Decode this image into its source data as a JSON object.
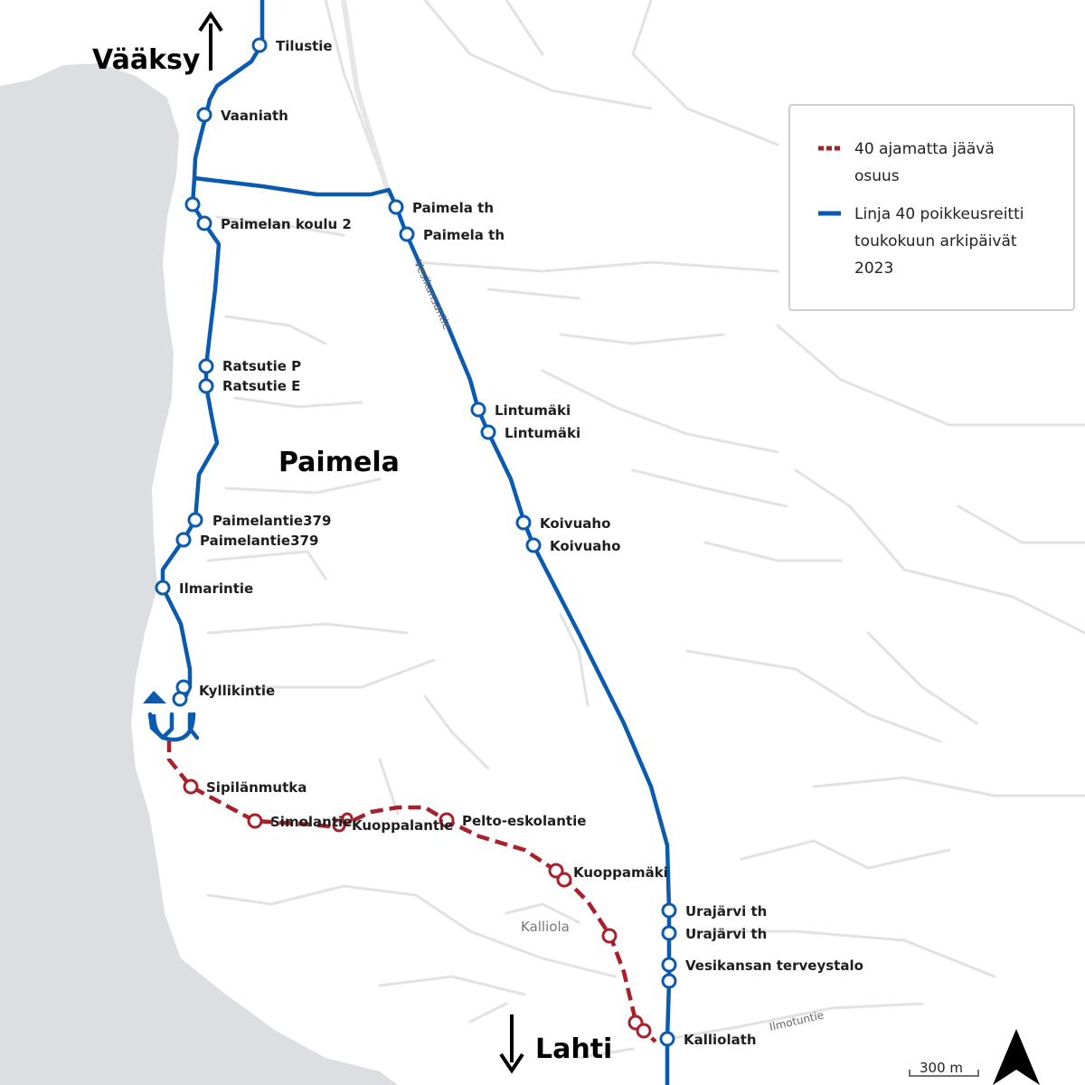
{
  "places": {
    "north_destination": "Vääksy",
    "south_destination": "Lahti",
    "area": "Paimela",
    "neighbourhood": "Kalliola"
  },
  "roads": {
    "main_road": "Vesikansantie",
    "side_road": "Ilmotuntie"
  },
  "legend": {
    "skipped_line1": "40 ajamatta jäävä",
    "skipped_line2": "osuus",
    "detour_line1": "Linja 40 poikkeusreitti",
    "detour_line2": "toukokuun arkipäivät",
    "detour_line3": "2023"
  },
  "scale": {
    "label": "300 m"
  },
  "colors": {
    "detour": "#0a5bb0",
    "skipped": "#a8202a",
    "water": "#dcdee1",
    "road": "#dedede"
  },
  "stops": {
    "tilustie": "Tilustie",
    "vaaniath": "Vaaniath",
    "paimelan_koulu_2": "Paimelan koulu 2",
    "paimela_th_1": "Paimela th",
    "paimela_th_2": "Paimela th",
    "ratsutie_p": "Ratsutie P",
    "ratsutie_e": "Ratsutie E",
    "lintumaki_1": "Lintumäki",
    "lintumaki_2": "Lintumäki",
    "paimelantie379_1": "Paimelantie379",
    "paimelantie379_2": "Paimelantie379",
    "koivuaho_1": "Koivuaho",
    "koivuaho_2": "Koivuaho",
    "ilmarintie": "Ilmarintie",
    "kyllikintie": "Kyllikintie",
    "sipilanmutka": "Sipilänmutka",
    "simolantie": "Simolantie",
    "kuoppalantie": "Kuoppalantie",
    "pelto_eskolantie": "Pelto-eskolantie",
    "kuoppamaki": "Kuoppamäki",
    "urajarvi_th_1": "Urajärvi th",
    "urajarvi_th_2": "Urajärvi th",
    "vesikansan_terveystalo": "Vesikansan terveystalo",
    "kalliolath": "Kalliolath"
  }
}
